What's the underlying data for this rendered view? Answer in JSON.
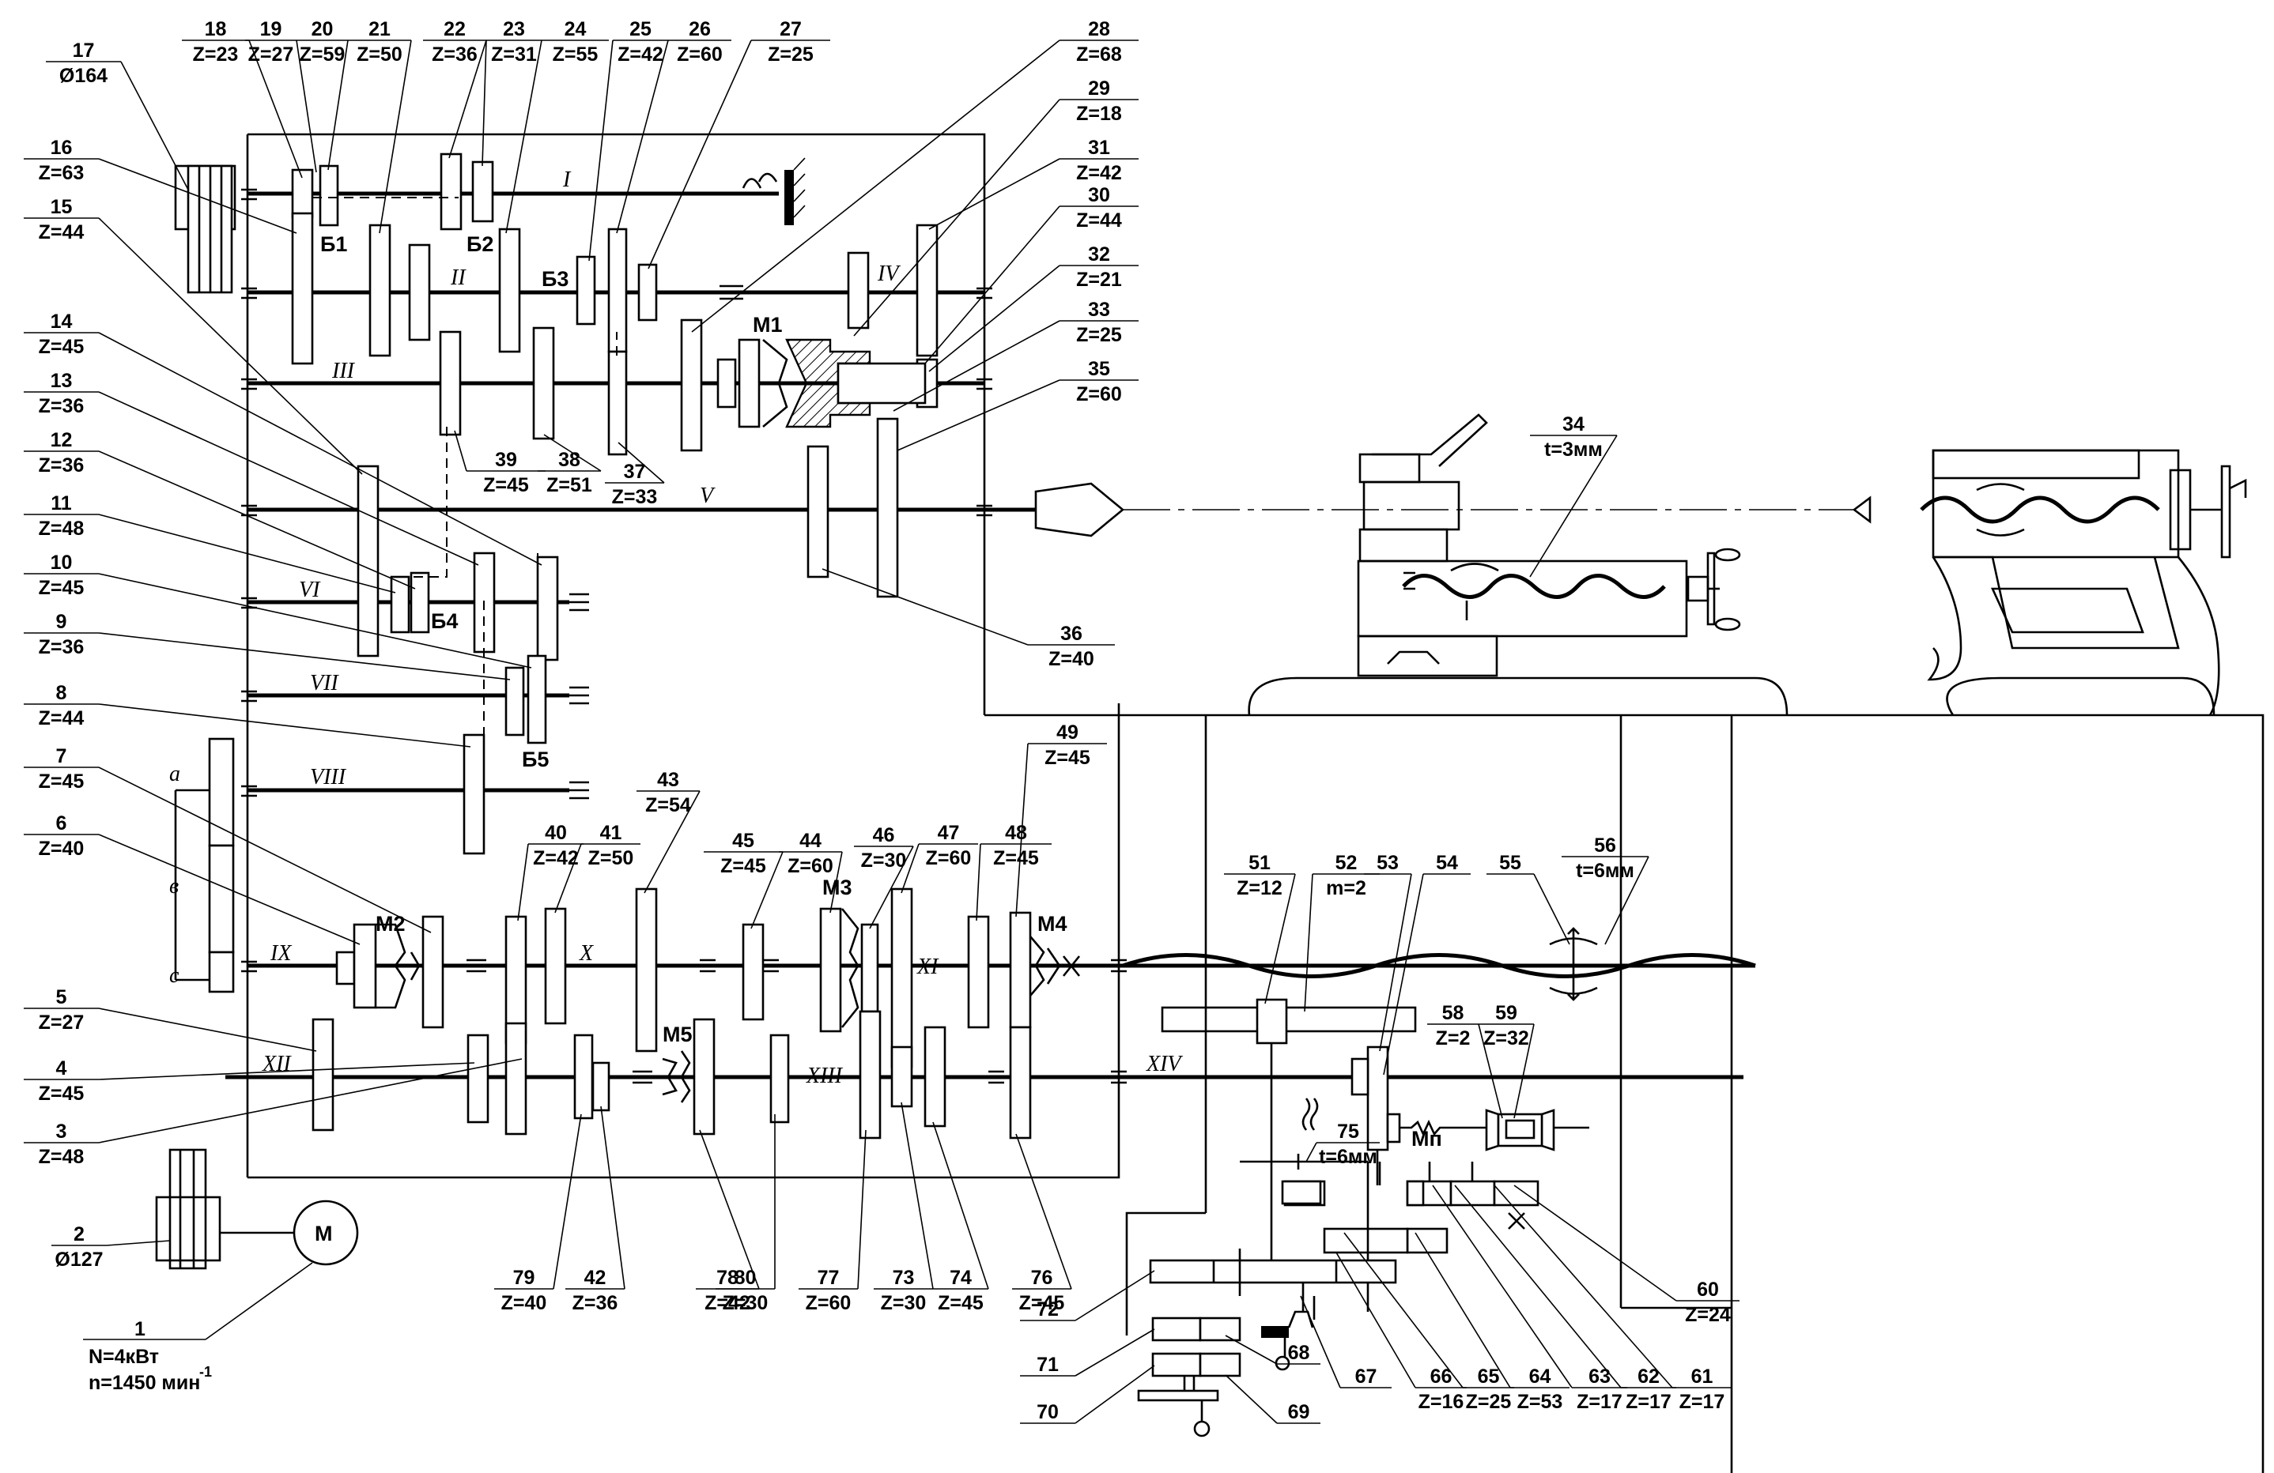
{
  "diagram": {
    "motor": {
      "symbol": "М",
      "label_number": "1",
      "power": "N=4кВт",
      "speed": "n=1450 мин",
      "speed_exp": "-1"
    },
    "callouts": [
      {
        "n": "2",
        "v": "Ø127"
      },
      {
        "n": "3",
        "v": "Z=48"
      },
      {
        "n": "4",
        "v": "Z=45"
      },
      {
        "n": "5",
        "v": "Z=27"
      },
      {
        "n": "6",
        "v": "Z=40"
      },
      {
        "n": "7",
        "v": "Z=45"
      },
      {
        "n": "8",
        "v": "Z=44"
      },
      {
        "n": "9",
        "v": "Z=36"
      },
      {
        "n": "10",
        "v": "Z=45"
      },
      {
        "n": "11",
        "v": "Z=48"
      },
      {
        "n": "12",
        "v": "Z=36"
      },
      {
        "n": "13",
        "v": "Z=36"
      },
      {
        "n": "14",
        "v": "Z=45"
      },
      {
        "n": "15",
        "v": "Z=44"
      },
      {
        "n": "16",
        "v": "Z=63"
      },
      {
        "n": "17",
        "v": "Ø164"
      },
      {
        "n": "18",
        "v": "Z=23"
      },
      {
        "n": "19",
        "v": "Z=27"
      },
      {
        "n": "20",
        "v": "Z=59"
      },
      {
        "n": "21",
        "v": "Z=50"
      },
      {
        "n": "22",
        "v": "Z=36"
      },
      {
        "n": "23",
        "v": "Z=31"
      },
      {
        "n": "24",
        "v": "Z=55"
      },
      {
        "n": "25",
        "v": "Z=42"
      },
      {
        "n": "26",
        "v": "Z=60"
      },
      {
        "n": "27",
        "v": "Z=25"
      },
      {
        "n": "28",
        "v": "Z=68"
      },
      {
        "n": "29",
        "v": "Z=18"
      },
      {
        "n": "30",
        "v": "Z=44"
      },
      {
        "n": "31",
        "v": "Z=42"
      },
      {
        "n": "32",
        "v": "Z=21"
      },
      {
        "n": "33",
        "v": "Z=25"
      },
      {
        "n": "34",
        "v": "t=3мм"
      },
      {
        "n": "35",
        "v": "Z=60"
      },
      {
        "n": "36",
        "v": "Z=40"
      },
      {
        "n": "37",
        "v": "Z=33"
      },
      {
        "n": "38",
        "v": "Z=51"
      },
      {
        "n": "39",
        "v": "Z=45"
      },
      {
        "n": "40",
        "v": "Z=42"
      },
      {
        "n": "41",
        "v": "Z=50"
      },
      {
        "n": "42",
        "v": "Z=36"
      },
      {
        "n": "43",
        "v": "Z=54"
      },
      {
        "n": "44",
        "v": "Z=60"
      },
      {
        "n": "45",
        "v": "Z=45"
      },
      {
        "n": "46",
        "v": "Z=30"
      },
      {
        "n": "47",
        "v": "Z=60"
      },
      {
        "n": "48",
        "v": "Z=45"
      },
      {
        "n": "49",
        "v": "Z=45"
      },
      {
        "n": "51",
        "v": "Z=12"
      },
      {
        "n": "52",
        "v": "m=2"
      },
      {
        "n": "53",
        "v": ""
      },
      {
        "n": "54",
        "v": ""
      },
      {
        "n": "55",
        "v": ""
      },
      {
        "n": "56",
        "v": "t=6мм"
      },
      {
        "n": "58",
        "v": "Z=2"
      },
      {
        "n": "59",
        "v": "Z=32"
      },
      {
        "n": "60",
        "v": "Z=24"
      },
      {
        "n": "61",
        "v": "Z=17"
      },
      {
        "n": "62",
        "v": "Z=17"
      },
      {
        "n": "63",
        "v": "Z=17"
      },
      {
        "n": "64",
        "v": "Z=53"
      },
      {
        "n": "65",
        "v": "Z=25"
      },
      {
        "n": "66",
        "v": "Z=16"
      },
      {
        "n": "67",
        "v": ""
      },
      {
        "n": "68",
        "v": ""
      },
      {
        "n": "69",
        "v": ""
      },
      {
        "n": "70",
        "v": ""
      },
      {
        "n": "71",
        "v": ""
      },
      {
        "n": "72",
        "v": ""
      },
      {
        "n": "73",
        "v": "Z=30"
      },
      {
        "n": "74",
        "v": "Z=45"
      },
      {
        "n": "75",
        "v": "t=6мм"
      },
      {
        "n": "76",
        "v": "Z=45"
      },
      {
        "n": "77",
        "v": "Z=60"
      },
      {
        "n": "78",
        "v": "Z=42"
      },
      {
        "n": "79",
        "v": "Z=40"
      },
      {
        "n": "80",
        "v": "Z=30"
      }
    ],
    "shafts": [
      "I",
      "II",
      "III",
      "IV",
      "V",
      "VI",
      "VII",
      "VIII",
      "IX",
      "X",
      "XI",
      "XII",
      "XIII",
      "XIV"
    ],
    "blocks": [
      "Б1",
      "Б2",
      "Б3",
      "Б4",
      "Б5"
    ],
    "clutches": [
      "М1",
      "М2",
      "М3",
      "М4",
      "М5",
      "Мп"
    ],
    "guitar": [
      "a",
      "в",
      "с"
    ]
  }
}
